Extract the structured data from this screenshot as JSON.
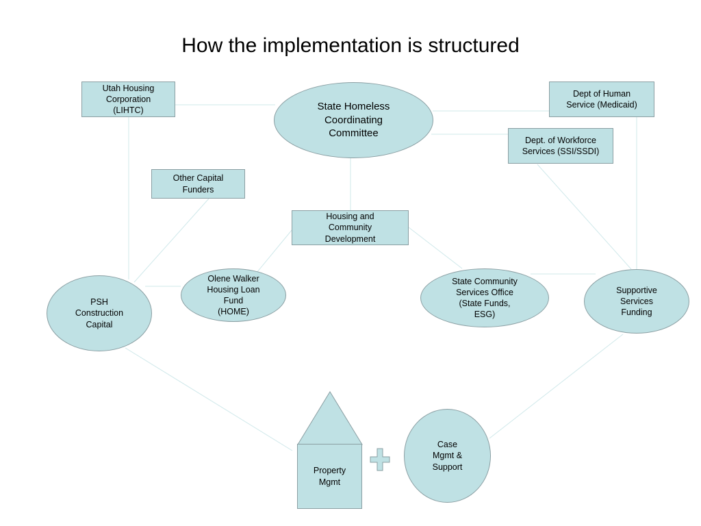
{
  "title": "How the implementation is structured",
  "nodes": {
    "utah_housing": "Utah Housing\nCorporation\n(LIHTC)",
    "state_homeless": "State Homeless\nCoordinating\nCommittee",
    "dept_human": "Dept of Human\nService (Medicaid)",
    "dept_workforce": "Dept. of Workforce\nServices (SSI/SSDI)",
    "other_capital": "Other Capital\nFunders",
    "housing_community": "Housing and\nCommunity\nDevelopment",
    "olene_walker": "Olene Walker\nHousing Loan\nFund\n(HOME)",
    "state_community": "State Community\nServices Office\n(State Funds,\nESG)",
    "psh_construction": "PSH\nConstruction\nCapital",
    "supportive_services": "Supportive\nServices\nFunding",
    "property_mgmt": "Property\nMgmt",
    "case_mgmt": "Case\nMgmt &\nSupport"
  },
  "colors": {
    "node_fill": "#bfe1e4",
    "node_border": "#8a9ea2",
    "connector": "#cfe8ea"
  }
}
